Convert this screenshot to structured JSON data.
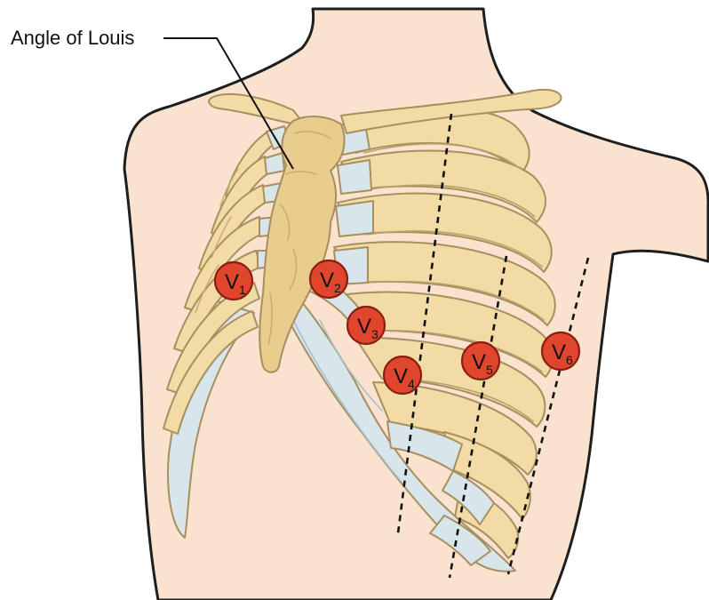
{
  "annotation": {
    "label": "Angle of Louis"
  },
  "leads": [
    {
      "main": "V",
      "sub": "1"
    },
    {
      "main": "V",
      "sub": "2"
    },
    {
      "main": "V",
      "sub": "3"
    },
    {
      "main": "V",
      "sub": "4"
    },
    {
      "main": "V",
      "sub": "5"
    },
    {
      "main": "V",
      "sub": "6"
    }
  ],
  "colors": {
    "skin": "#f9e3cf",
    "bone": "#f2dba5",
    "cartilage": "#d8e6ec",
    "electrode": "#e0452e",
    "outline": "#1e1e1e"
  }
}
